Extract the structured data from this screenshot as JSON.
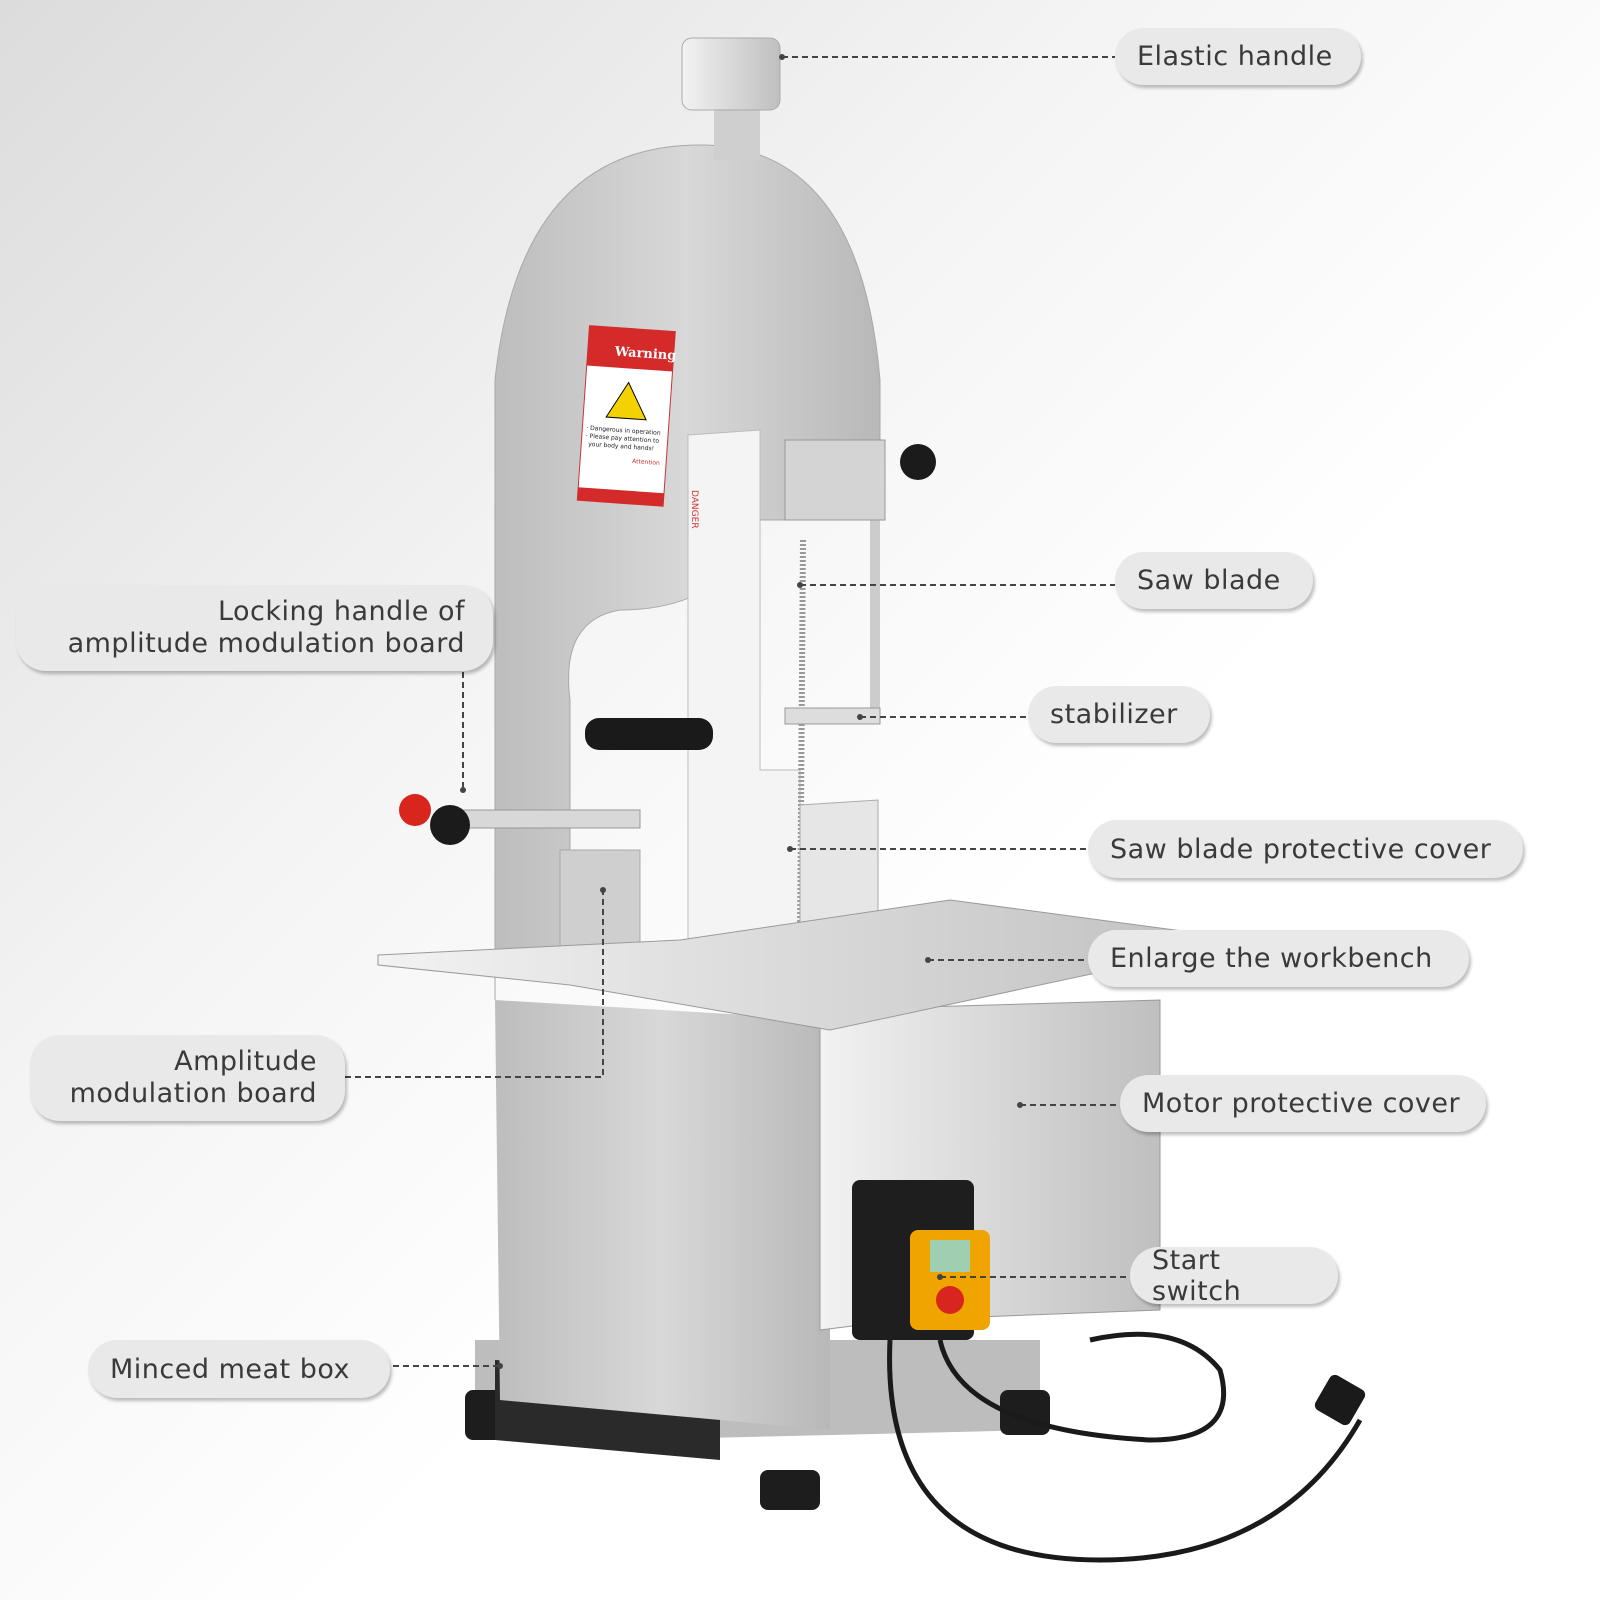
{
  "labels": {
    "elastic_handle": "Elastic handle",
    "saw_blade": "Saw blade",
    "stabilizer": "stabilizer",
    "saw_blade_cover": "Saw blade protective cover",
    "workbench": "Enlarge the workbench",
    "motor_cover": "Motor protective cover",
    "start_switch": "Start switch",
    "locking_handle_1": "Locking handle of",
    "locking_handle_2": "amplitude modulation board",
    "amplitude_1": "Amplitude",
    "amplitude_2": "modulation board",
    "minced_meat_box": "Minced meat box"
  },
  "sticker": {
    "warning": "Warning",
    "line1": "· Dangerous in operation",
    "line2": "· Please pay attention to",
    "line3": "your body and hands!",
    "attention": "Attention",
    "danger": "DANGER"
  },
  "colors": {
    "pill": "#e9e9e9",
    "text": "#3a3a3a",
    "machine": "#c9c9c9",
    "warning_red": "#d42a2a"
  }
}
